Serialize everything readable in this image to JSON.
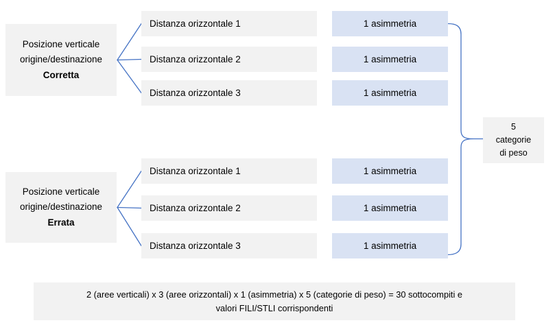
{
  "diagram": {
    "groups": [
      {
        "root": {
          "lines": [
            "Posizione verticale",
            "origine/destinazione",
            "Corretta"
          ]
        },
        "branches": [
          "Distanza orizzontale 1",
          "Distanza orizzontale 2",
          "Distanza orizzontale 3"
        ],
        "leaves": [
          "1 asimmetria",
          "1 asimmetria",
          "1 asimmetria"
        ]
      },
      {
        "root": {
          "lines": [
            "Posizione verticale",
            "origine/destinazione",
            "Errata"
          ]
        },
        "branches": [
          "Distanza orizzontale 1",
          "Distanza orizzontale 2",
          "Distanza orizzontale 3"
        ],
        "leaves": [
          "1 asimmetria",
          "1 asimmetria",
          "1 asimmetria"
        ]
      }
    ],
    "result": {
      "lines": [
        "5",
        "categorie",
        "di peso"
      ]
    },
    "footer": {
      "lines": [
        "2 (aree verticali) x 3 (aree orizzontali) x 1 (asimmetria) x 5 (categorie di peso) = 30 sottocompiti e",
        "valori FILI/STLI corrispondenti"
      ]
    },
    "colors": {
      "background": "#ffffff",
      "box_fill_gray": "#f2f2f2",
      "box_fill_blue": "#d9e2f3",
      "connector_blue": "#4472c4",
      "text": "#000000"
    }
  }
}
